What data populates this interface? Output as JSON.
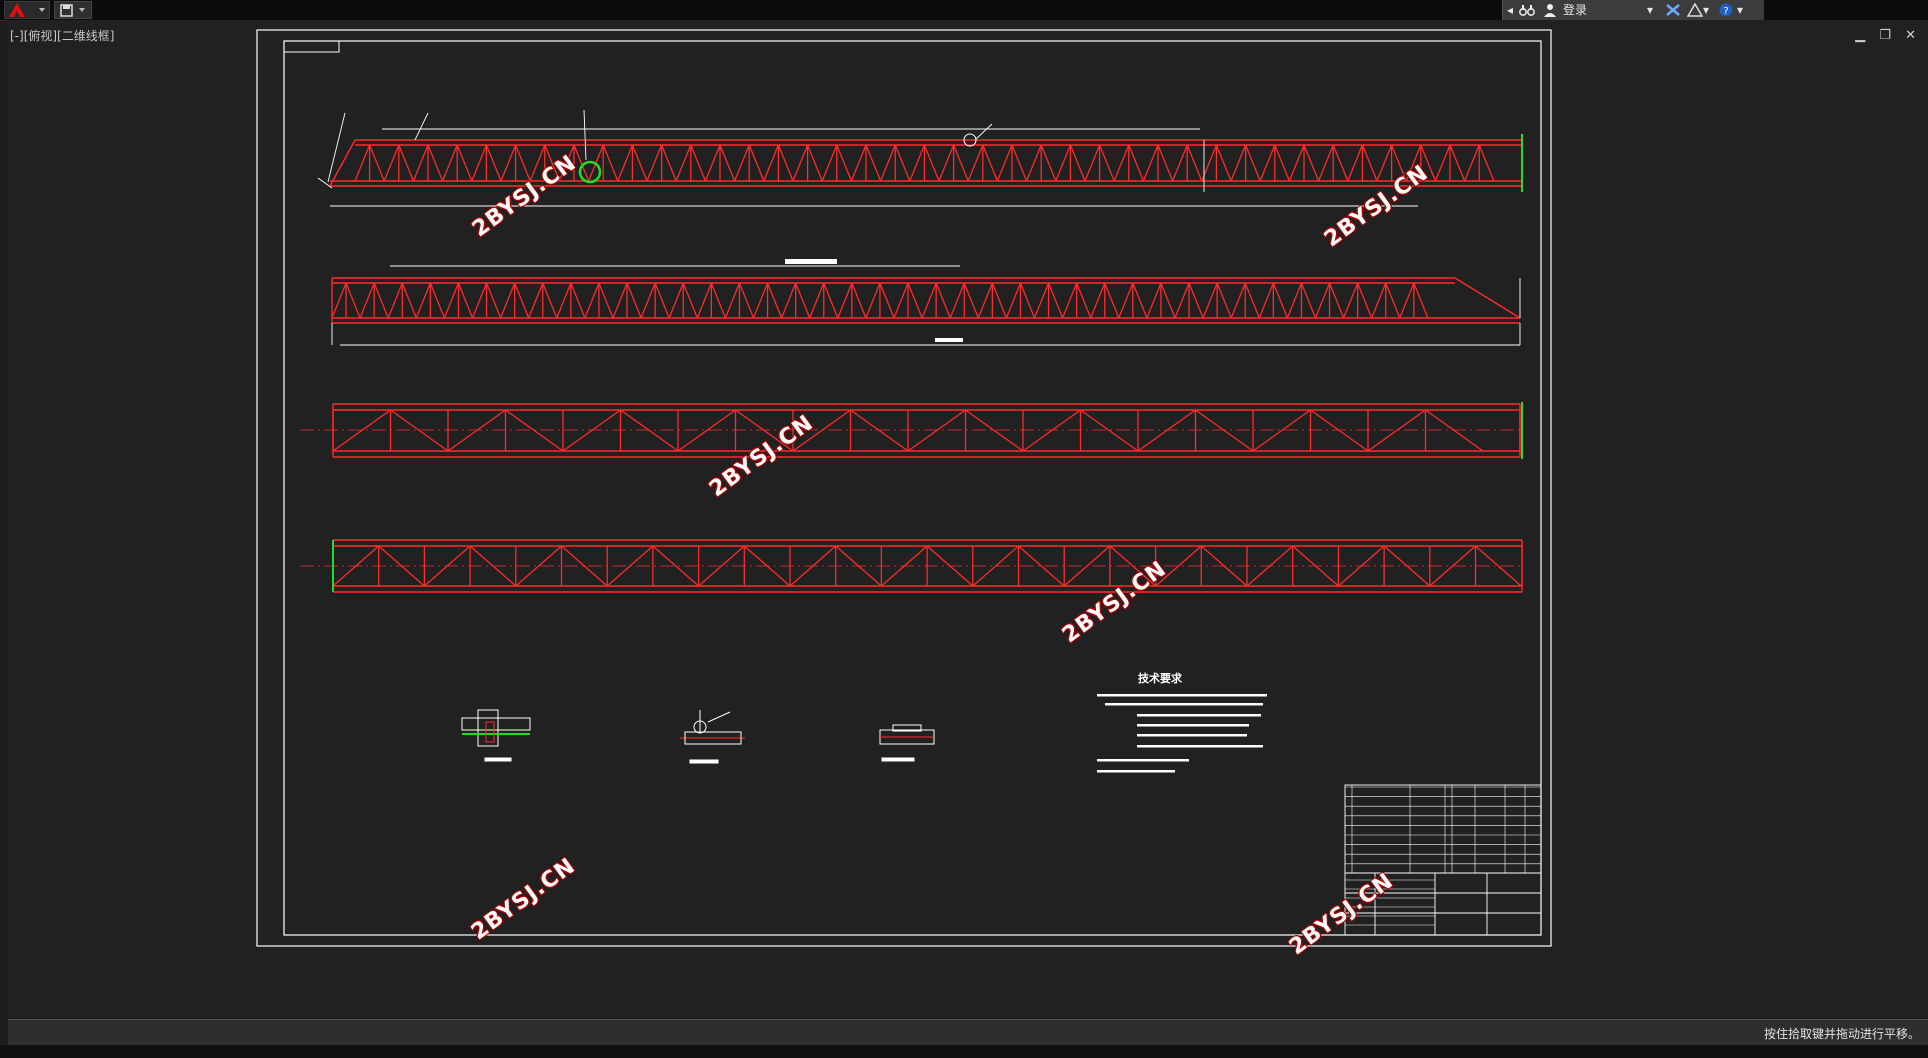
{
  "topbar": {
    "login_label": "登录",
    "user_icon": "user-icon",
    "binoculars_icon": "binoculars-icon",
    "help_icon": "help-icon"
  },
  "viewport": {
    "label": "[-][俯视][二维线框]"
  },
  "statusbar": {
    "message": "按住拾取键并拖动进行平移。"
  },
  "drawing": {
    "notes_title": "技术要求",
    "watermarks": [
      "2BYSJ.CN",
      "2BYSJ.CN",
      "2BYSJ.CN",
      "2BYSJ.CN",
      "2BYSJ.CN",
      "2BYSJ.CN"
    ],
    "colors": {
      "truss": "#ff2a2a",
      "lines": "#ffffff",
      "accent_green": "#22dd22",
      "title_block": "#ffffff"
    }
  }
}
